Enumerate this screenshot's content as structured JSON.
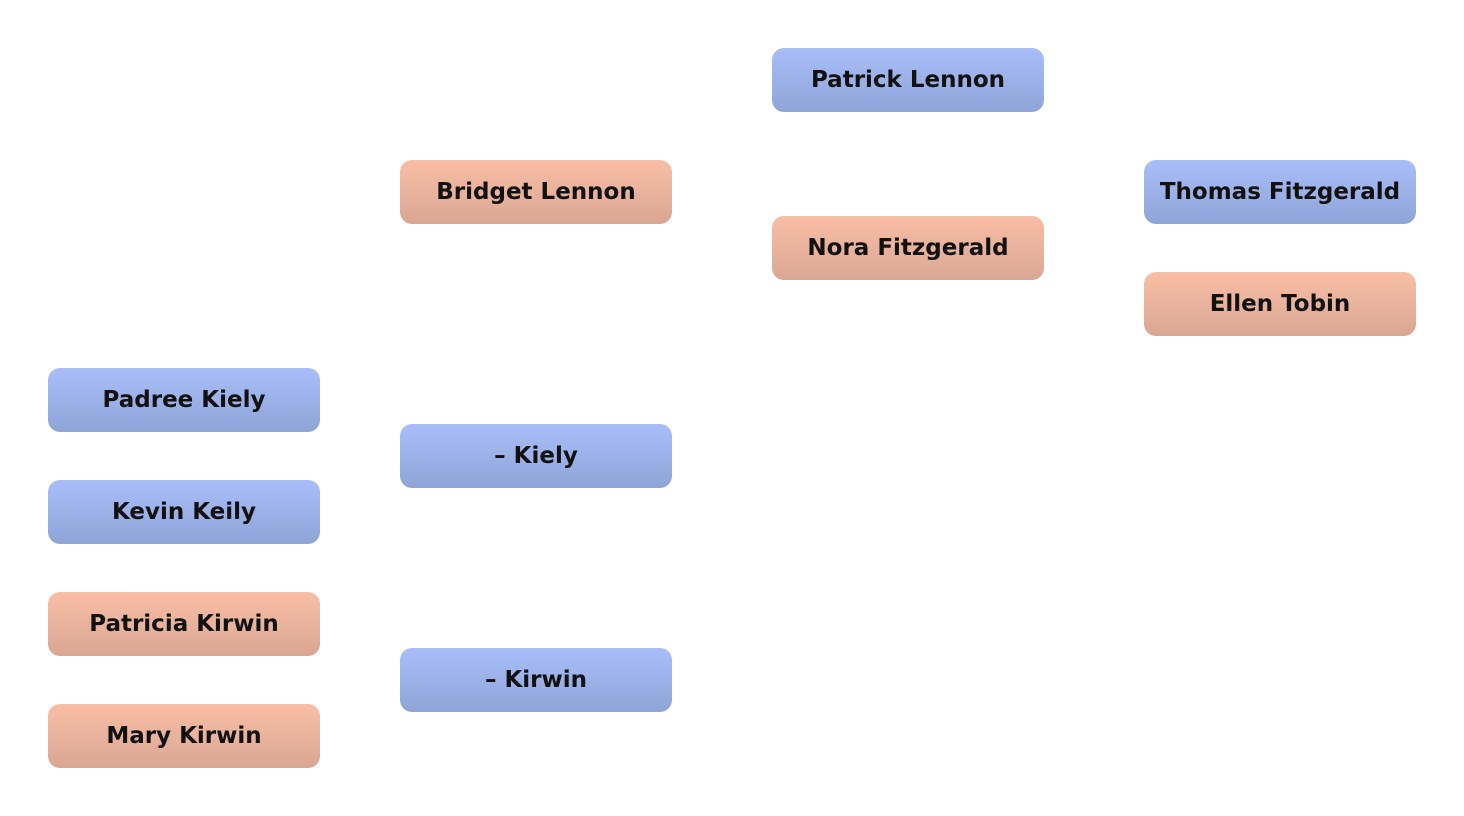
{
  "people": [
    {
      "name": "Patrick Lennon",
      "gender": "male"
    },
    {
      "name": "Bridget Lennon",
      "gender": "female"
    },
    {
      "name": "Thomas Fitzgerald",
      "gender": "male"
    },
    {
      "name": "Nora Fitzgerald",
      "gender": "female"
    },
    {
      "name": "Ellen Tobin",
      "gender": "female"
    },
    {
      "name": "Padree Kiely",
      "gender": "male"
    },
    {
      "name": "– Kiely",
      "gender": "male"
    },
    {
      "name": "Kevin Keily",
      "gender": "male"
    },
    {
      "name": "Patricia Kirwin",
      "gender": "female"
    },
    {
      "name": "– Kirwin",
      "gender": "male"
    },
    {
      "name": "Mary Kirwin",
      "gender": "female"
    }
  ],
  "colors": {
    "male": "#a9befa",
    "female": "#f9bea5"
  }
}
